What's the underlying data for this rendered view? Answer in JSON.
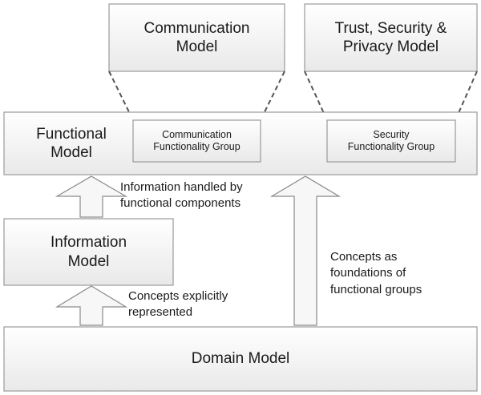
{
  "models": {
    "communication": "Communication\nModel",
    "trust_security_privacy": "Trust, Security &\nPrivacy Model",
    "functional": "Functional\nModel",
    "information": "Information\nModel",
    "domain": "Domain Model"
  },
  "functionality_groups": {
    "communication": "Communication\nFunctionality Group",
    "security": "Security\nFunctionality Group"
  },
  "relations": {
    "information_to_functional": "Information handled by\nfunctional components",
    "domain_to_information": "Concepts explicitly\nrepresented",
    "domain_to_functional": "Concepts as\nfoundations of\nfunctional groups"
  },
  "colors": {
    "box_fill_top": "#ffffff",
    "box_fill_bottom": "#e9e9e9",
    "box_stroke": "#9a9a9a",
    "dash_stroke": "#555555",
    "arrow_fill": "#f7f7f7",
    "arrow_stroke": "#8a8a8a"
  }
}
